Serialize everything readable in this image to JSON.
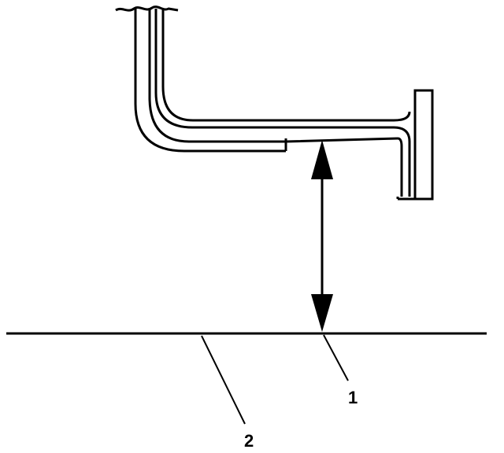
{
  "diagram": {
    "callouts": [
      {
        "number": "1",
        "target": "measurement-point"
      },
      {
        "number": "2",
        "target": "ground-line"
      }
    ],
    "colors": {
      "line": "#000000",
      "background": "#ffffff"
    }
  }
}
